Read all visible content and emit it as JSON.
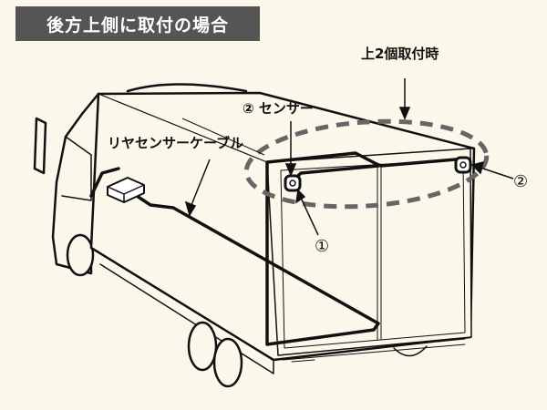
{
  "title": "後方上側に取付の場合",
  "labels": {
    "top_two": "上2個取付時",
    "sensor": "② センサー",
    "cable": "リヤセンサーケーブル",
    "sensor1": "①",
    "sensor2": "②"
  },
  "colors": {
    "background": "#fbf7ea",
    "title_bg": "#555555",
    "dash": "#666666"
  }
}
